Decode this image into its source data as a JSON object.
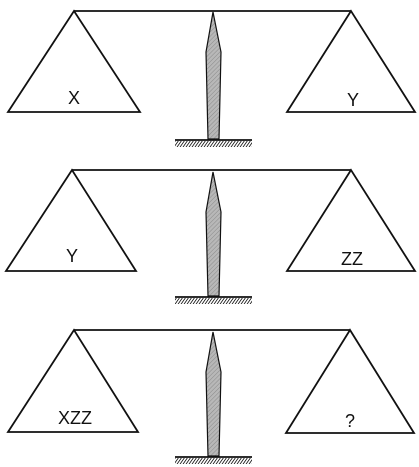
{
  "diagram": {
    "scales": [
      {
        "left_label": "X",
        "right_label": "Y"
      },
      {
        "left_label": "Y",
        "right_label": "ZZ"
      },
      {
        "left_label": "XZZ",
        "right_label": "?"
      }
    ],
    "colors": {
      "line": "#111111",
      "needle_fill": "#b8b8b8",
      "needle_hatch": "#8a8a8a",
      "background": "#ffffff"
    }
  }
}
